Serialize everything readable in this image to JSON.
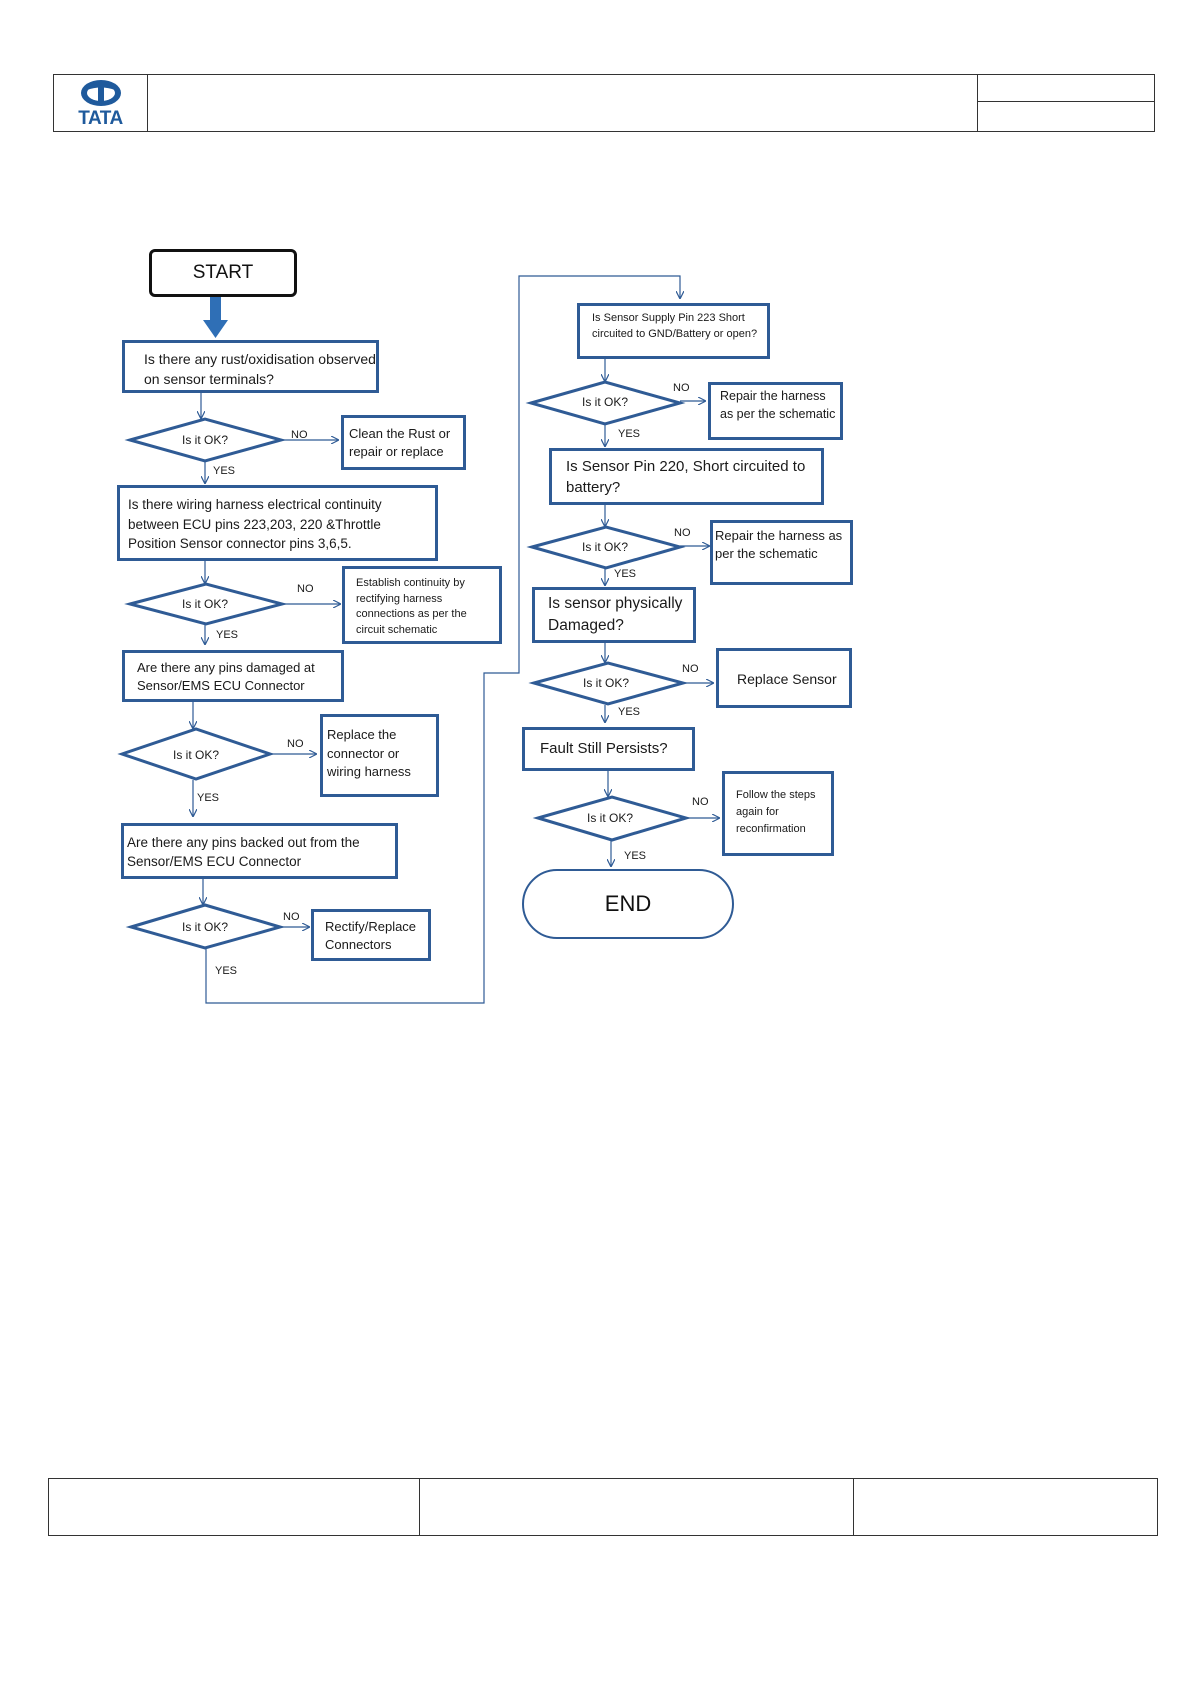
{
  "header": {
    "logo_text": "TATA"
  },
  "flow": {
    "start": "START",
    "end": "END",
    "q1": "Is there any rust/oxidisation observed on sensor terminals?",
    "q1_fix": "Clean the Rust or repair or replace",
    "q2": "Is there wiring harness electrical continuity between ECU pins 223,203, 220 &Throttle Position Sensor connector pins 3,6,5.",
    "q2_fix": "Establish continuity by rectifying harness connections as per the circuit schematic",
    "q3": "Are there any pins damaged at Sensor/EMS ECU Connector",
    "q3_fix": "Replace the connector or wiring harness",
    "q4": "Are there any pins backed out from the Sensor/EMS ECU Connector",
    "q4_fix": "Rectify/Replace Connectors",
    "q5": "Is Sensor Supply Pin 223 Short circuited to GND/Battery or open?",
    "q5_fix": "Repair the harness as per the schematic",
    "q6": "Is Sensor Pin 220, Short circuited to battery?",
    "q6_fix": "Repair the harness as per the schematic",
    "q7": "Is sensor physically Damaged?",
    "q7_fix": "Replace Sensor",
    "q8": "Fault Still Persists?",
    "q8_fix": "Follow the steps again for reconfirmation",
    "decision": "Is it OK?",
    "yes": "YES",
    "no": "NO"
  },
  "colors": {
    "line": "#2f5b95",
    "arrow_fill": "#2f6fb6",
    "border": "#2f5b95",
    "logo": "#1f5a9c"
  }
}
